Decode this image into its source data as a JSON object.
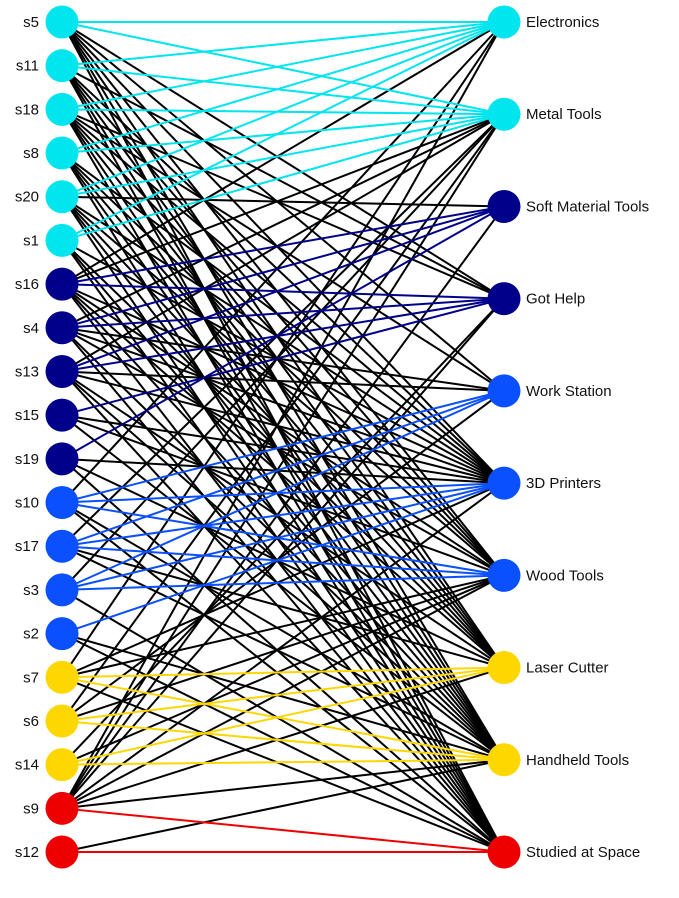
{
  "colors": {
    "cyan": "#00e5ee",
    "navy": "#00008b",
    "blue": "#0a50ff",
    "yellow": "#ffd700",
    "red": "#ee0000",
    "black": "#000000"
  },
  "left_nodes": [
    {
      "label": "s5",
      "group": "cyan"
    },
    {
      "label": "s11",
      "group": "cyan"
    },
    {
      "label": "s18",
      "group": "cyan"
    },
    {
      "label": "s8",
      "group": "cyan"
    },
    {
      "label": "s20",
      "group": "cyan"
    },
    {
      "label": "s1",
      "group": "cyan"
    },
    {
      "label": "s16",
      "group": "navy"
    },
    {
      "label": "s4",
      "group": "navy"
    },
    {
      "label": "s13",
      "group": "navy"
    },
    {
      "label": "s15",
      "group": "navy"
    },
    {
      "label": "s19",
      "group": "navy"
    },
    {
      "label": "s10",
      "group": "blue"
    },
    {
      "label": "s17",
      "group": "blue"
    },
    {
      "label": "s3",
      "group": "blue"
    },
    {
      "label": "s2",
      "group": "blue"
    },
    {
      "label": "s7",
      "group": "yellow"
    },
    {
      "label": "s6",
      "group": "yellow"
    },
    {
      "label": "s14",
      "group": "yellow"
    },
    {
      "label": "s9",
      "group": "red"
    },
    {
      "label": "s12",
      "group": "red"
    }
  ],
  "right_nodes": [
    {
      "label": "Electronics",
      "group": "cyan"
    },
    {
      "label": "Metal Tools",
      "group": "cyan"
    },
    {
      "label": "Soft Material Tools",
      "group": "navy"
    },
    {
      "label": "Got Help",
      "group": "navy"
    },
    {
      "label": "Work Station",
      "group": "blue"
    },
    {
      "label": "3D Printers",
      "group": "blue"
    },
    {
      "label": "Wood Tools",
      "group": "blue"
    },
    {
      "label": "Laser Cutter",
      "group": "yellow"
    },
    {
      "label": "Handheld Tools",
      "group": "yellow"
    },
    {
      "label": "Studied at Space",
      "group": "red"
    }
  ],
  "edges": [
    [
      0,
      0
    ],
    [
      0,
      1
    ],
    [
      0,
      3
    ],
    [
      0,
      4
    ],
    [
      0,
      5
    ],
    [
      0,
      6
    ],
    [
      0,
      7
    ],
    [
      0,
      8
    ],
    [
      0,
      9
    ],
    [
      1,
      0
    ],
    [
      1,
      1
    ],
    [
      1,
      3
    ],
    [
      1,
      5
    ],
    [
      1,
      6
    ],
    [
      1,
      7
    ],
    [
      1,
      8
    ],
    [
      1,
      9
    ],
    [
      2,
      0
    ],
    [
      2,
      1
    ],
    [
      2,
      3
    ],
    [
      2,
      4
    ],
    [
      2,
      5
    ],
    [
      2,
      6
    ],
    [
      2,
      7
    ],
    [
      2,
      8
    ],
    [
      2,
      9
    ],
    [
      3,
      0
    ],
    [
      3,
      1
    ],
    [
      3,
      5
    ],
    [
      3,
      6
    ],
    [
      3,
      7
    ],
    [
      3,
      8
    ],
    [
      3,
      9
    ],
    [
      4,
      0
    ],
    [
      4,
      1
    ],
    [
      4,
      2
    ],
    [
      4,
      5
    ],
    [
      4,
      6
    ],
    [
      4,
      7
    ],
    [
      4,
      8
    ],
    [
      4,
      9
    ],
    [
      5,
      0
    ],
    [
      5,
      1
    ],
    [
      5,
      5
    ],
    [
      5,
      7
    ],
    [
      5,
      8
    ],
    [
      5,
      9
    ],
    [
      6,
      2
    ],
    [
      6,
      3
    ],
    [
      6,
      0
    ],
    [
      6,
      1
    ],
    [
      6,
      5
    ],
    [
      6,
      6
    ],
    [
      6,
      7
    ],
    [
      6,
      8
    ],
    [
      6,
      9
    ],
    [
      7,
      2
    ],
    [
      7,
      3
    ],
    [
      7,
      1
    ],
    [
      7,
      4
    ],
    [
      7,
      5
    ],
    [
      7,
      6
    ],
    [
      7,
      8
    ],
    [
      7,
      9
    ],
    [
      8,
      2
    ],
    [
      8,
      3
    ],
    [
      8,
      1
    ],
    [
      8,
      4
    ],
    [
      8,
      5
    ],
    [
      8,
      7
    ],
    [
      8,
      8
    ],
    [
      8,
      9
    ],
    [
      9,
      3
    ],
    [
      9,
      5
    ],
    [
      9,
      6
    ],
    [
      9,
      8
    ],
    [
      10,
      2
    ],
    [
      10,
      5
    ],
    [
      10,
      7
    ],
    [
      10,
      9
    ],
    [
      11,
      4
    ],
    [
      11,
      5
    ],
    [
      11,
      6
    ],
    [
      11,
      0
    ],
    [
      11,
      8
    ],
    [
      11,
      9
    ],
    [
      12,
      4
    ],
    [
      12,
      5
    ],
    [
      12,
      6
    ],
    [
      12,
      1
    ],
    [
      12,
      7
    ],
    [
      12,
      8
    ],
    [
      13,
      4
    ],
    [
      13,
      5
    ],
    [
      13,
      6
    ],
    [
      13,
      1
    ],
    [
      13,
      9
    ],
    [
      14,
      5
    ],
    [
      14,
      8
    ],
    [
      14,
      9
    ],
    [
      15,
      7
    ],
    [
      15,
      8
    ],
    [
      15,
      0
    ],
    [
      15,
      5
    ],
    [
      15,
      6
    ],
    [
      15,
      9
    ],
    [
      16,
      7
    ],
    [
      16,
      8
    ],
    [
      16,
      1
    ],
    [
      16,
      6
    ],
    [
      16,
      4
    ],
    [
      17,
      7
    ],
    [
      17,
      8
    ],
    [
      17,
      6
    ],
    [
      17,
      3
    ],
    [
      18,
      9
    ],
    [
      18,
      0
    ],
    [
      18,
      1
    ],
    [
      18,
      2
    ],
    [
      18,
      3
    ],
    [
      18,
      5
    ],
    [
      18,
      6
    ],
    [
      18,
      7
    ],
    [
      18,
      8
    ],
    [
      19,
      9
    ],
    [
      19,
      8
    ]
  ]
}
